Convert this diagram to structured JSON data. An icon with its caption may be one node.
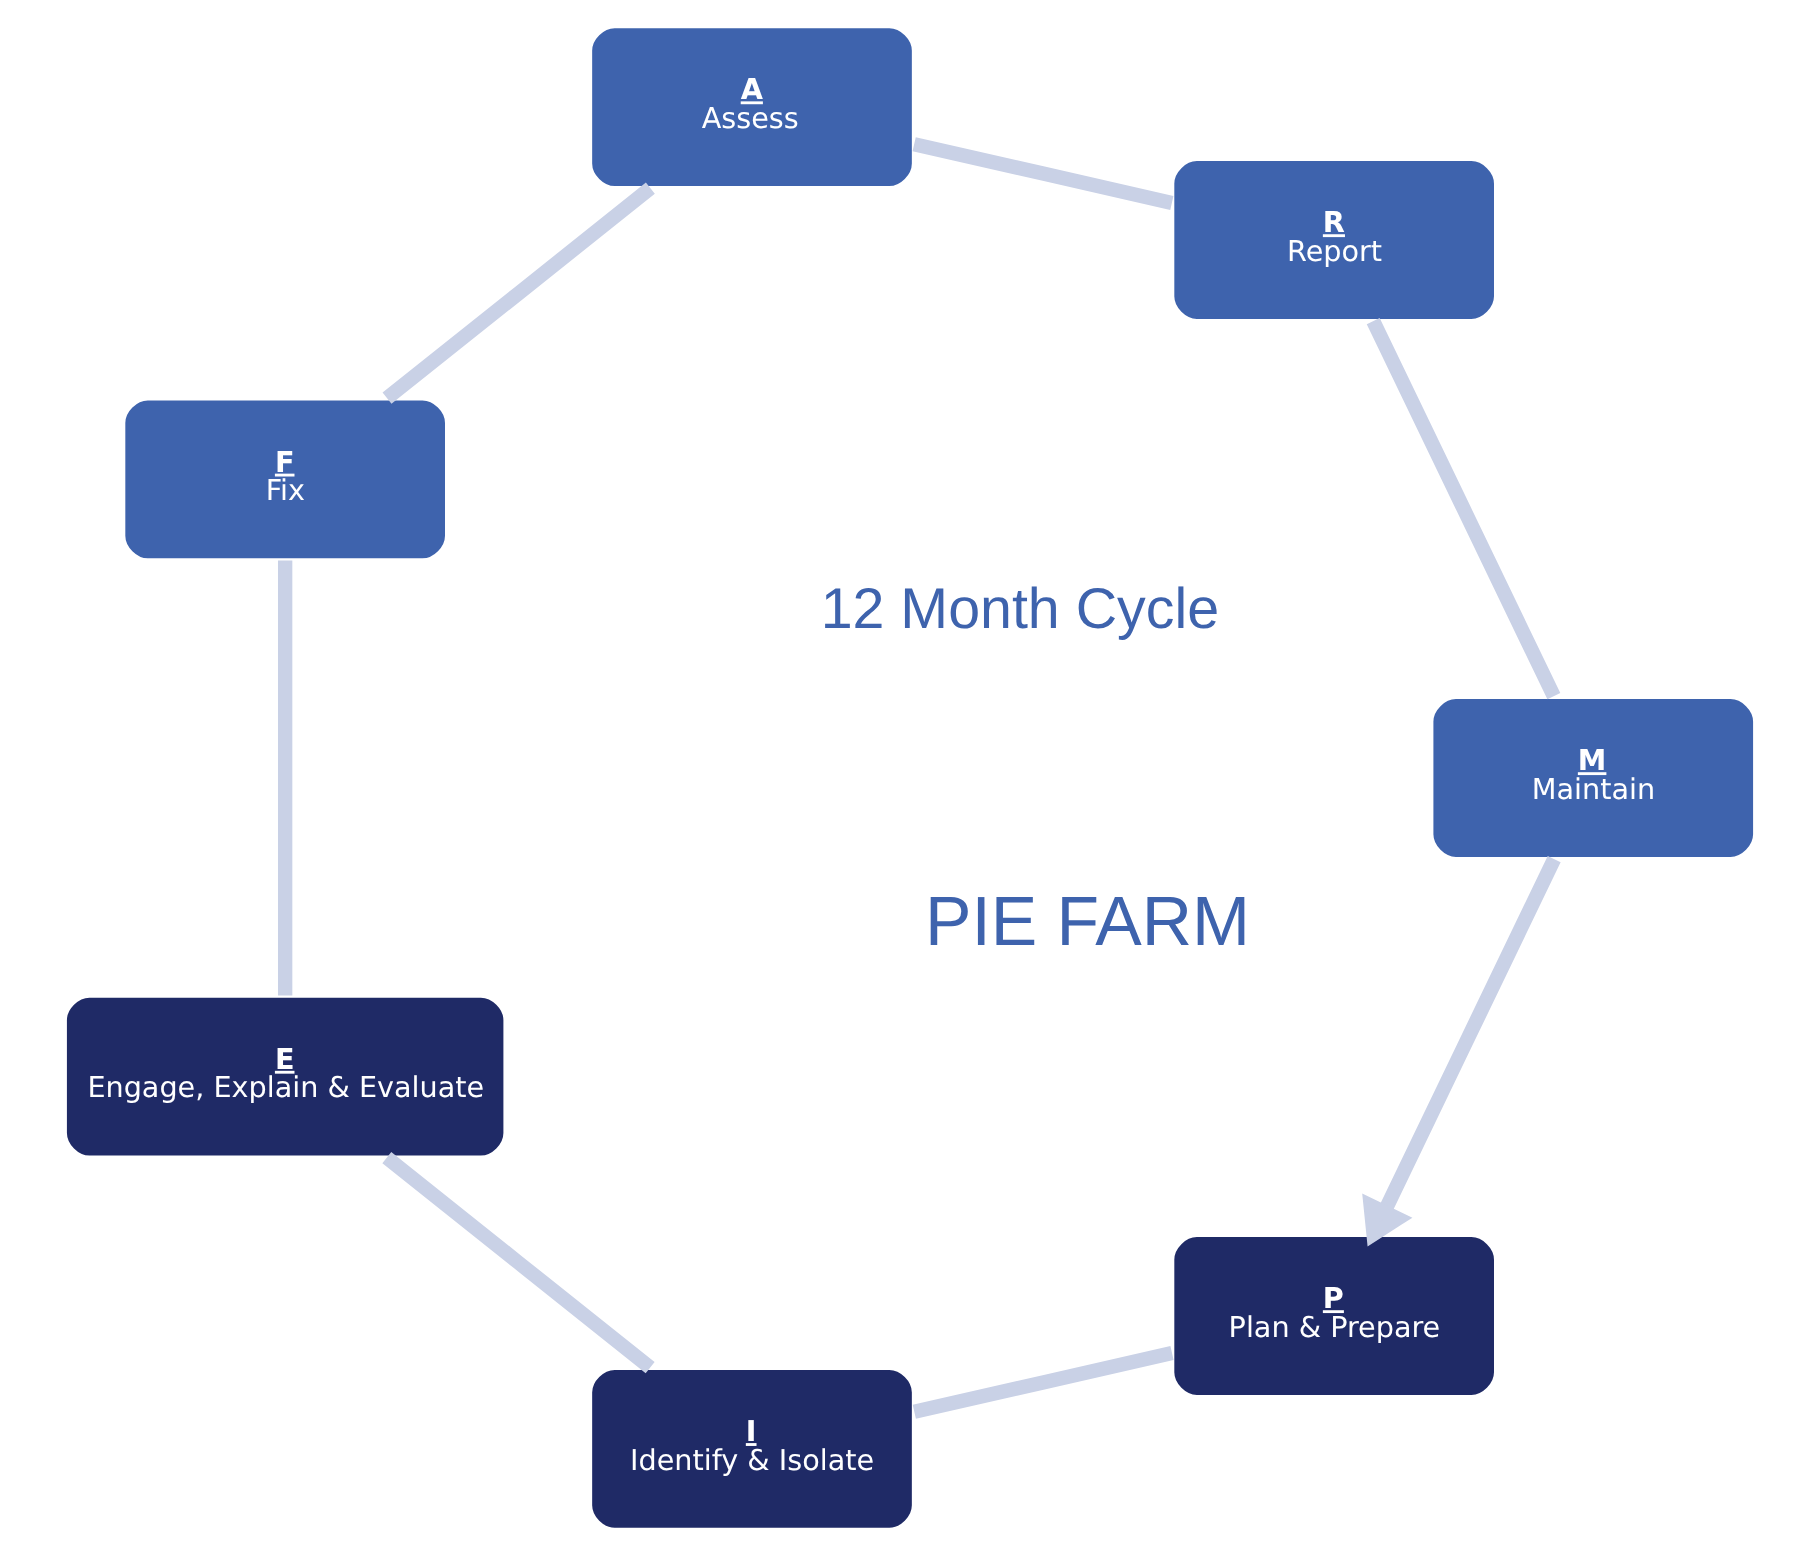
{
  "diagram": {
    "nodes": [
      {
        "text": [
          "P",
          "Plan & Prepare"
        ]
      },
      {
        "text": [
          "I",
          "Identify & Isolate"
        ]
      },
      {
        "text": [
          "E",
          "Engage, Explain & Evaluate"
        ]
      },
      {
        "text": [
          "F",
          "Fix"
        ]
      },
      {
        "text": [
          "A",
          "Assess"
        ]
      },
      {
        "text": [
          "R",
          "Report"
        ]
      },
      {
        "text": [
          "M",
          "Maintain"
        ]
      }
    ],
    "edges": [
      {
        "from": 0,
        "to": 1,
        "arrow": "none"
      },
      {
        "from": 1,
        "to": 2,
        "arrow": "none"
      },
      {
        "from": 2,
        "to": 3,
        "arrow": "none"
      },
      {
        "from": 3,
        "to": 4,
        "arrow": "none"
      },
      {
        "from": 4,
        "to": 5,
        "arrow": "none"
      },
      {
        "from": 5,
        "to": 6,
        "arrow": "none"
      },
      {
        "from": 6,
        "to": 0,
        "arrow": "to"
      }
    ],
    "labels": [
      "PIE FARM",
      "12 Month Cycle"
    ]
  }
}
